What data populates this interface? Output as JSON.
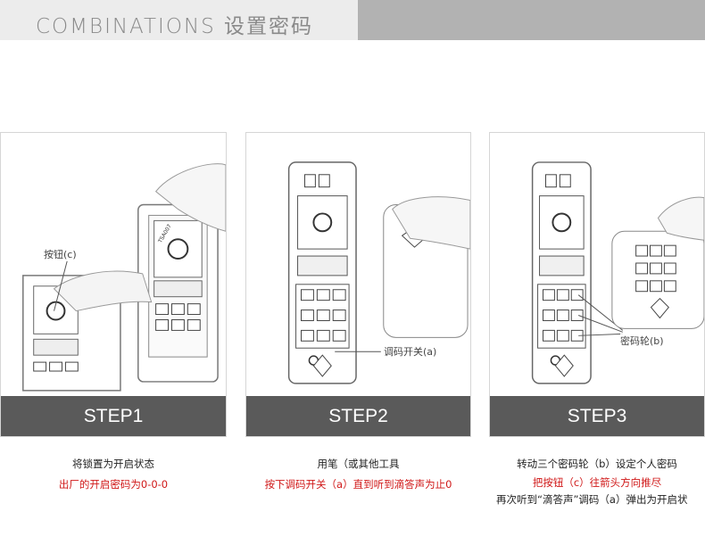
{
  "header": {
    "title": "COMBINATIONS 设置密码"
  },
  "steps": [
    {
      "label": "STEP1",
      "callout": "按钮(c)",
      "lines": [
        "将锁置为开启状态",
        "出厂的开启密码为0-0-0"
      ]
    },
    {
      "label": "STEP2",
      "callout": "调码开关(a)",
      "lines": [
        "用笔（或其他工具",
        "按下调码开关（a）直到听到滴答声为止0"
      ]
    },
    {
      "label": "STEP3",
      "callout": "密码轮(b)",
      "lines": [
        "转动三个密码轮（b）设定个人密码",
        "把按钮（c）往箭头方向推尽",
        "再次听到“滴答声”调码（a）弹出为开启状"
      ]
    }
  ],
  "lock_brand": "TSA007",
  "colors": {
    "red": "#d01818",
    "step_bar": "#5a5a5a",
    "header": "#ececec"
  }
}
